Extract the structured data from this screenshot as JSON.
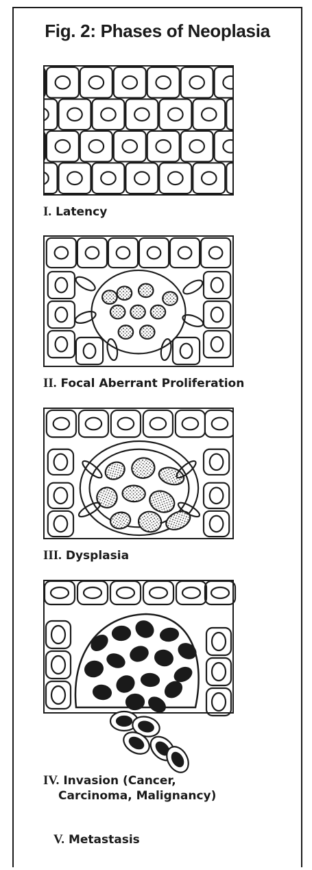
{
  "figure": {
    "title": "Fig. 2: Phases of Neoplasia"
  },
  "phases": [
    {
      "numeral": "I.",
      "label": "Latency"
    },
    {
      "numeral": "II.",
      "label": "Focal Aberrant Proliferation"
    },
    {
      "numeral": "III.",
      "label": "Dysplasia"
    },
    {
      "numeral": "IV.",
      "label": "Invasion (Cancer,",
      "label_line2": "Carcinoma, Malignancy)"
    },
    {
      "numeral": "V.",
      "label": "Metastasis"
    }
  ],
  "colors": {
    "ink": "#1a1a1a",
    "paper": "#ffffff"
  }
}
